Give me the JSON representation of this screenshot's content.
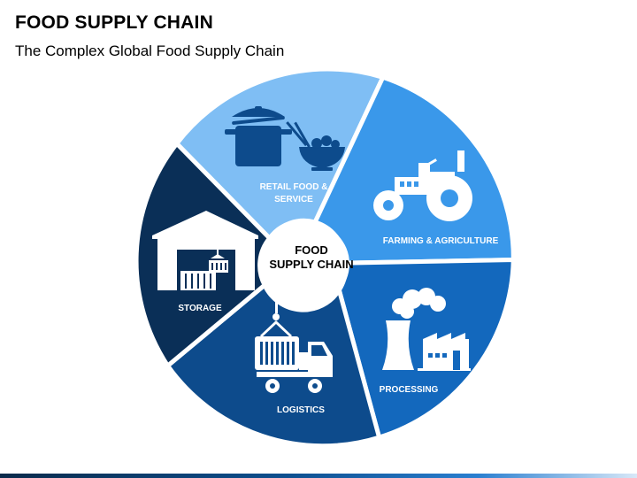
{
  "header": {
    "title": "FOOD SUPPLY CHAIN",
    "subtitle": "The Complex Global Food Supply Chain"
  },
  "diagram": {
    "center": {
      "line1": "FOOD",
      "line2": "SUPPLY CHAIN"
    },
    "segments": [
      {
        "label_line1": "RETAIL FOOD &",
        "label_line2": "SERVICE",
        "icon": "cooking-pot-and-bowl-icon",
        "color": "#7fbef4"
      },
      {
        "label_line1": "FARMING & AGRICULTURE",
        "label_line2": "",
        "icon": "tractor-icon",
        "color": "#3a98ea"
      },
      {
        "label_line1": "PROCESSING",
        "label_line2": "",
        "icon": "factory-icon",
        "color": "#1368bd"
      },
      {
        "label_line1": "LOGISTICS",
        "label_line2": "",
        "icon": "cargo-truck-icon",
        "color": "#0d4b8c"
      },
      {
        "label_line1": "STORAGE",
        "label_line2": "",
        "icon": "warehouse-icon",
        "color": "#0a2f57"
      }
    ]
  }
}
